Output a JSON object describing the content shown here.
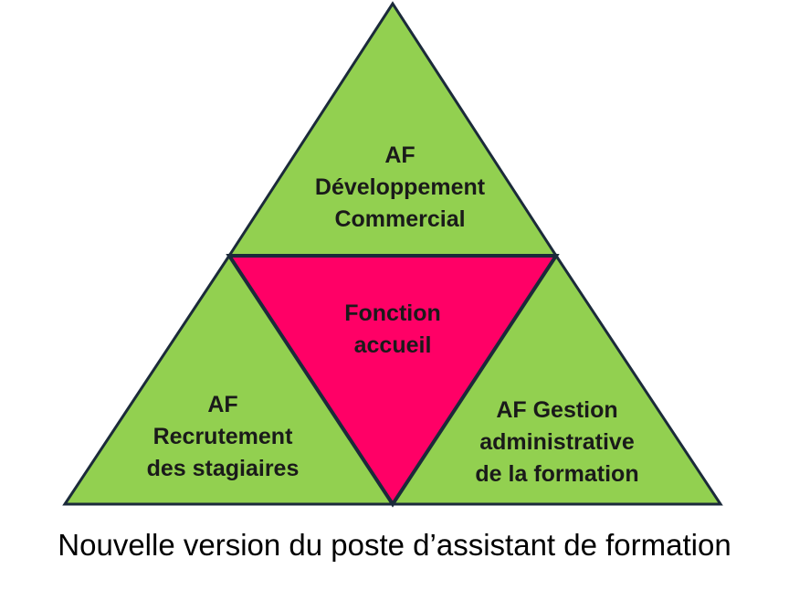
{
  "diagram": {
    "top": {
      "lines": [
        "AF",
        "Développement",
        "Commercial"
      ]
    },
    "left": {
      "lines": [
        "AF",
        "Recrutement",
        "des stagiaires"
      ]
    },
    "right": {
      "lines": [
        "AF Gestion",
        "administrative",
        "de la formation"
      ]
    },
    "center": {
      "lines": [
        "Fonction",
        "accueil"
      ]
    }
  },
  "caption": "Nouvelle version du poste d’assistant de formation",
  "colors": {
    "outer": "#92d050",
    "center": "#ff0066",
    "stroke": "#1b2a3a"
  }
}
